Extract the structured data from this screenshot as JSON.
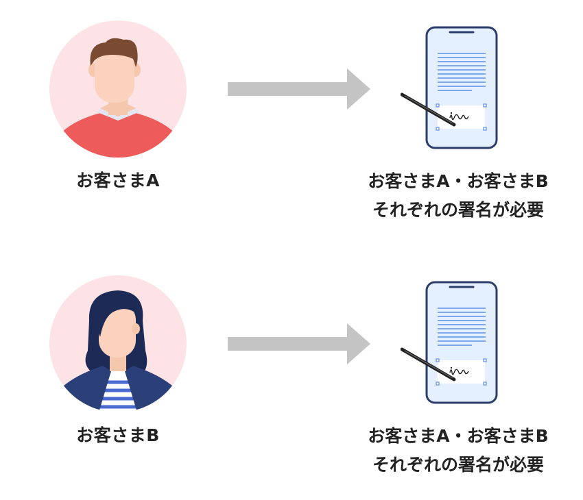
{
  "colors": {
    "avatar_bg": "#fde3e6",
    "arrow": "#c4c4c4",
    "phone_frame": "#2b3d6b",
    "phone_screen": "#e4efff",
    "doc_lines": "#5b8ee6",
    "text": "#222222"
  },
  "rows": [
    {
      "avatar_icon": "man-avatar-icon",
      "customer_label": "お客さまA",
      "requirement_line1": "お客さまA・お客さまB",
      "requirement_line2": "それぞれの署名が必要"
    },
    {
      "avatar_icon": "woman-avatar-icon",
      "customer_label": "お客さまB",
      "requirement_line1": "お客さまA・お客さまB",
      "requirement_line2": "それぞれの署名が必要"
    }
  ]
}
